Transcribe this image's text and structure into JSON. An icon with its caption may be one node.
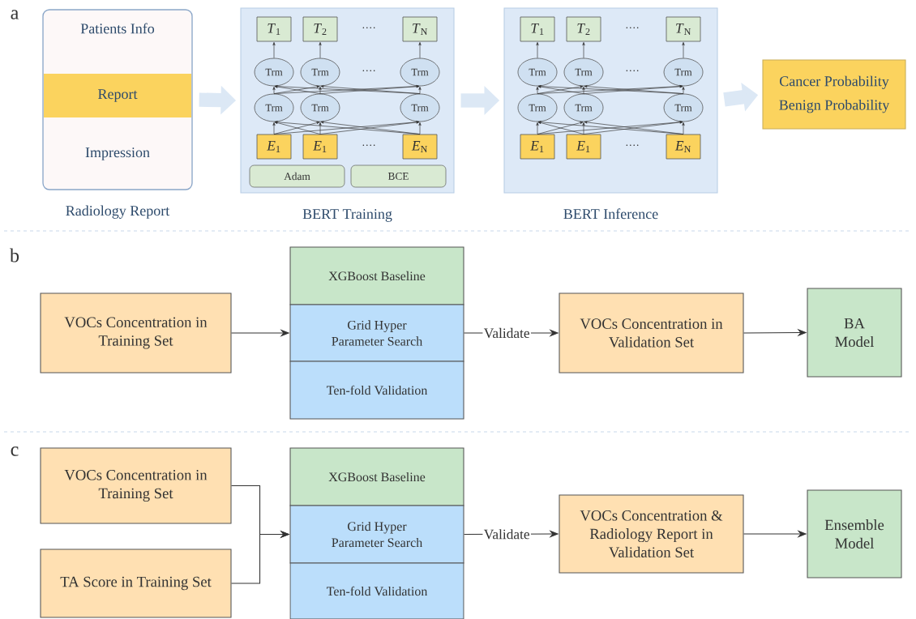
{
  "diagram": {
    "nodes": [
      {
        "text": [
          "Radiology Report"
        ]
      },
      {
        "text": [
          "Patients Info"
        ],
        "in": 0
      },
      {
        "text": [
          "Report"
        ],
        "in": 0
      },
      {
        "text": [
          "Impression"
        ],
        "in": 0
      },
      {
        "text": [
          "BERT Training"
        ]
      },
      {
        "text": [
          "*T*$_{1}$"
        ],
        "in": 4
      },
      {
        "text": [
          "*T*$_{2}$"
        ],
        "in": 4
      },
      {
        "text": [
          "*T*$_{N}$"
        ],
        "in": 4
      },
      {
        "text": [
          "Trm"
        ],
        "in": 4
      },
      {
        "text": [
          "Trm"
        ],
        "in": 4
      },
      {
        "text": [
          "Trm"
        ],
        "in": 4
      },
      {
        "text": [
          "Trm"
        ],
        "in": 4
      },
      {
        "text": [
          "Trm"
        ],
        "in": 4
      },
      {
        "text": [
          "Trm"
        ],
        "in": 4
      },
      {
        "text": [
          "*E*$_{1}$"
        ],
        "in": 4
      },
      {
        "text": [
          "*E*$_{1}$"
        ],
        "in": 4
      },
      {
        "text": [
          "*E*$_{N}$"
        ],
        "in": 4
      },
      {
        "text": [
          "Adam"
        ],
        "in": 4
      },
      {
        "text": [
          "BCE"
        ],
        "in": 4
      },
      {
        "text": [
          "BERT Inference"
        ]
      },
      {
        "text": [
          "*T*$_{1}$"
        ],
        "in": 19
      },
      {
        "text": [
          "*T*$_{2}$"
        ],
        "in": 19
      },
      {
        "text": [
          "*T*$_{N}$"
        ],
        "in": 19
      },
      {
        "text": [
          "Trm"
        ],
        "in": 19
      },
      {
        "text": [
          "Trm"
        ],
        "in": 19
      },
      {
        "text": [
          "Trm"
        ],
        "in": 19
      },
      {
        "text": [
          "Trm"
        ],
        "in": 19
      },
      {
        "text": [
          "Trm"
        ],
        "in": 19
      },
      {
        "text": [
          "Trm"
        ],
        "in": 19
      },
      {
        "text": [
          "*E*$_{1}$"
        ],
        "in": 19
      },
      {
        "text": [
          "*E*$_{1}$"
        ],
        "in": 19
      },
      {
        "text": [
          "*E*$_{N}$"
        ],
        "in": 19
      },
      {
        "text": [
          "Cancer Probability",
          "Benign Probability"
        ]
      },
      {
        "text": [
          "VOCs Concentration in Training Set"
        ]
      },
      {
        "text": [
          "XGBoost Baseline"
        ]
      },
      {
        "text": [
          "Grid Hyper Parameter Search"
        ]
      },
      {
        "text": [
          "Ten-fold Validation"
        ]
      },
      {
        "text": [
          "VOCs Concentration in Validation Set"
        ]
      },
      {
        "text": [
          "BA Model"
        ]
      },
      {
        "text": [
          "VOCs Concentration in Training Set"
        ]
      },
      {
        "text": [
          "TA Score in Training Set"
        ]
      },
      {
        "text": [
          "XGBoost Baseline"
        ]
      },
      {
        "text": [
          "Grid Hyper Parameter Search"
        ]
      },
      {
        "text": [
          "Ten-fold Validation"
        ]
      },
      {
        "text": [
          "VOCs Concentration & Radiology Report in Validation Set"
        ]
      },
      {
        "text": [
          "Ensemble Model"
        ]
      }
    ],
    "edges": [
      {
        "from": 0,
        "to": 4,
        "arrow": "to",
        "style": "thick",
        "color": "#dce8f5"
      },
      {
        "from": 14,
        "to": 11,
        "arrow": "to"
      },
      {
        "from": 14,
        "to": 12,
        "arrow": "to"
      },
      {
        "from": 14,
        "to": 13,
        "arrow": "to"
      },
      {
        "from": 15,
        "to": 11,
        "arrow": "to"
      },
      {
        "from": 15,
        "to": 12,
        "arrow": "to"
      },
      {
        "from": 15,
        "to": 13,
        "arrow": "to"
      },
      {
        "from": 16,
        "to": 11,
        "arrow": "to"
      },
      {
        "from": 16,
        "to": 12,
        "arrow": "to"
      },
      {
        "from": 16,
        "to": 13,
        "arrow": "to"
      },
      {
        "from": 11,
        "to": 8,
        "arrow": "to"
      },
      {
        "from": 11,
        "to": 9,
        "arrow": "to"
      },
      {
        "from": 11,
        "to": 10,
        "arrow": "to"
      },
      {
        "from": 12,
        "to": 8,
        "arrow": "to"
      },
      {
        "from": 12,
        "to": 9,
        "arrow": "to"
      },
      {
        "from": 12,
        "to": 10,
        "arrow": "to"
      },
      {
        "from": 13,
        "to": 8,
        "arrow": "to"
      },
      {
        "from": 13,
        "to": 9,
        "arrow": "to"
      },
      {
        "from": 13,
        "to": 10,
        "arrow": "to"
      },
      {
        "from": 8,
        "to": 5,
        "arrow": "to"
      },
      {
        "from": 9,
        "to": 6,
        "arrow": "to"
      },
      {
        "from": 10,
        "to": 7,
        "arrow": "to"
      },
      {
        "from": 4,
        "to": 19,
        "arrow": "to",
        "style": "thick",
        "color": "#dce8f5"
      },
      {
        "from": 29,
        "to": 26,
        "arrow": "to"
      },
      {
        "from": 29,
        "to": 27,
        "arrow": "to"
      },
      {
        "from": 29,
        "to": 28,
        "arrow": "to"
      },
      {
        "from": 30,
        "to": 26,
        "arrow": "to"
      },
      {
        "from": 30,
        "to": 27,
        "arrow": "to"
      },
      {
        "from": 30,
        "to": 28,
        "arrow": "to"
      },
      {
        "from": 31,
        "to": 26,
        "arrow": "to"
      },
      {
        "from": 31,
        "to": 27,
        "arrow": "to"
      },
      {
        "from": 31,
        "to": 28,
        "arrow": "to"
      },
      {
        "from": 26,
        "to": 23,
        "arrow": "to"
      },
      {
        "from": 26,
        "to": 24,
        "arrow": "to"
      },
      {
        "from": 26,
        "to": 25,
        "arrow": "to"
      },
      {
        "from": 27,
        "to": 23,
        "arrow": "to"
      },
      {
        "from": 27,
        "to": 24,
        "arrow": "to"
      },
      {
        "from": 27,
        "to": 25,
        "arrow": "to"
      },
      {
        "from": 28,
        "to": 23,
        "arrow": "to"
      },
      {
        "from": 28,
        "to": 24,
        "arrow": "to"
      },
      {
        "from": 28,
        "to": 25,
        "arrow": "to"
      },
      {
        "from": 23,
        "to": 20,
        "arrow": "to"
      },
      {
        "from": 24,
        "to": 21,
        "arrow": "to"
      },
      {
        "from": 25,
        "to": 22,
        "arrow": "to"
      },
      {
        "from": 19,
        "to": 32,
        "arrow": "to",
        "style": "thick",
        "color": "#dce8f5"
      },
      {
        "from": 33,
        "to": 35,
        "arrow": "to"
      },
      {
        "from": 35,
        "to": 37,
        "arrow": "to",
        "label": "Validate"
      },
      {
        "from": 37,
        "to": 38,
        "arrow": "to"
      },
      {
        "from": 39,
        "to": 42,
        "arrow": "to"
      },
      {
        "from": 40,
        "to": 42,
        "arrow": "to"
      },
      {
        "from": 42,
        "to": 44,
        "arrow": "to",
        "label": "Validate"
      },
      {
        "from": 44,
        "to": 45,
        "arrow": "to"
      }
    ],
    "labels": [
      "a",
      "····",
      "····",
      "····",
      "····",
      "····",
      "····",
      "b",
      "c"
    ]
  }
}
